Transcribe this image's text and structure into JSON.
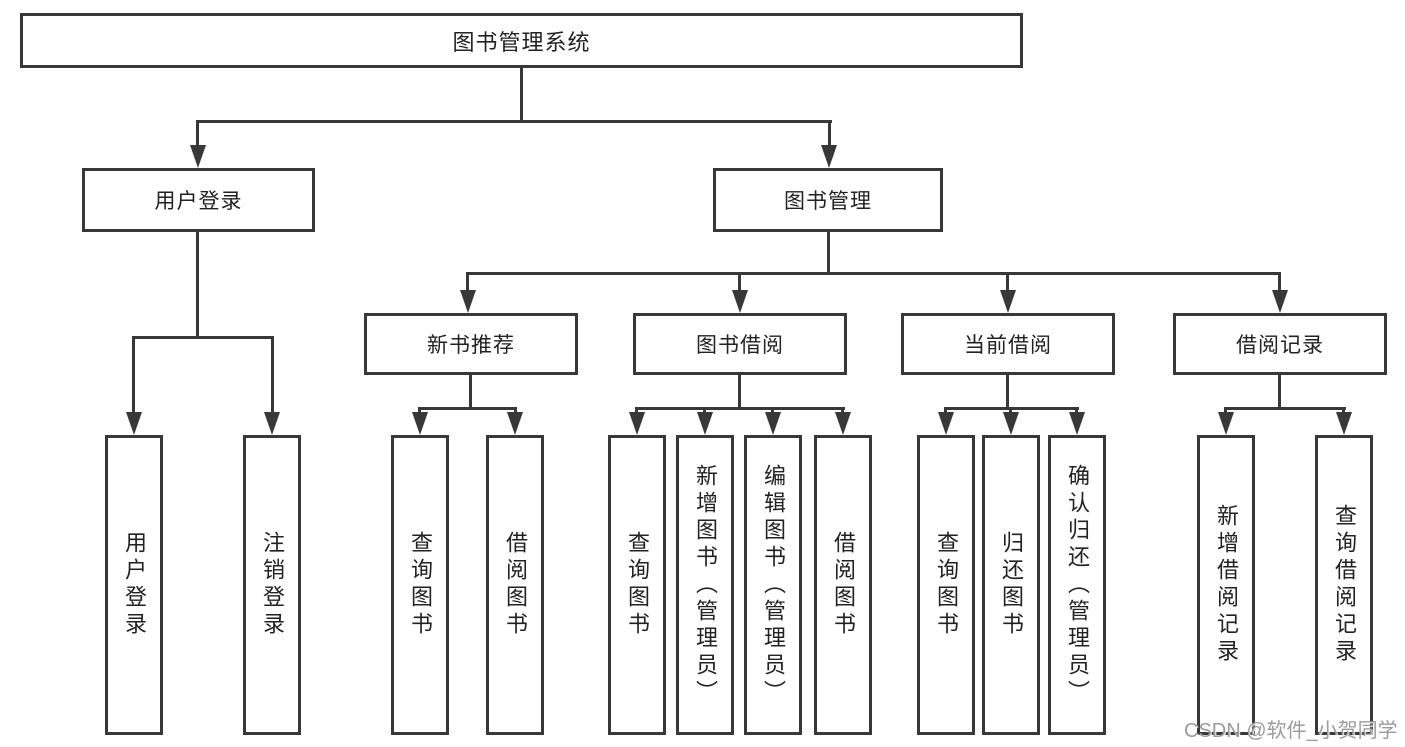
{
  "title": "图书管理系统",
  "colors": {
    "line": "#383838",
    "text": "#222222",
    "background": "#ffffff",
    "watermark": "#9b9b9b"
  },
  "tree": {
    "root": "图书管理系统",
    "branches": [
      {
        "label": "用户登录",
        "children": [
          "用户登录",
          "注销登录"
        ]
      },
      {
        "label": "图书管理",
        "children": [
          {
            "label": "新书推荐",
            "children": [
              "查询图书",
              "借阅图书"
            ]
          },
          {
            "label": "图书借阅",
            "children": [
              "查询图书",
              "新增图书（管理员）",
              "编辑图书（管理员）",
              "借阅图书"
            ]
          },
          {
            "label": "当前借阅",
            "children": [
              "查询图书",
              "归还图书",
              "确认归还（管理员）"
            ]
          },
          {
            "label": "借阅记录",
            "children": [
              "新增借阅记录",
              "查询借阅记录"
            ]
          }
        ]
      }
    ]
  },
  "watermark": "CSDN @软件_小贺同学"
}
